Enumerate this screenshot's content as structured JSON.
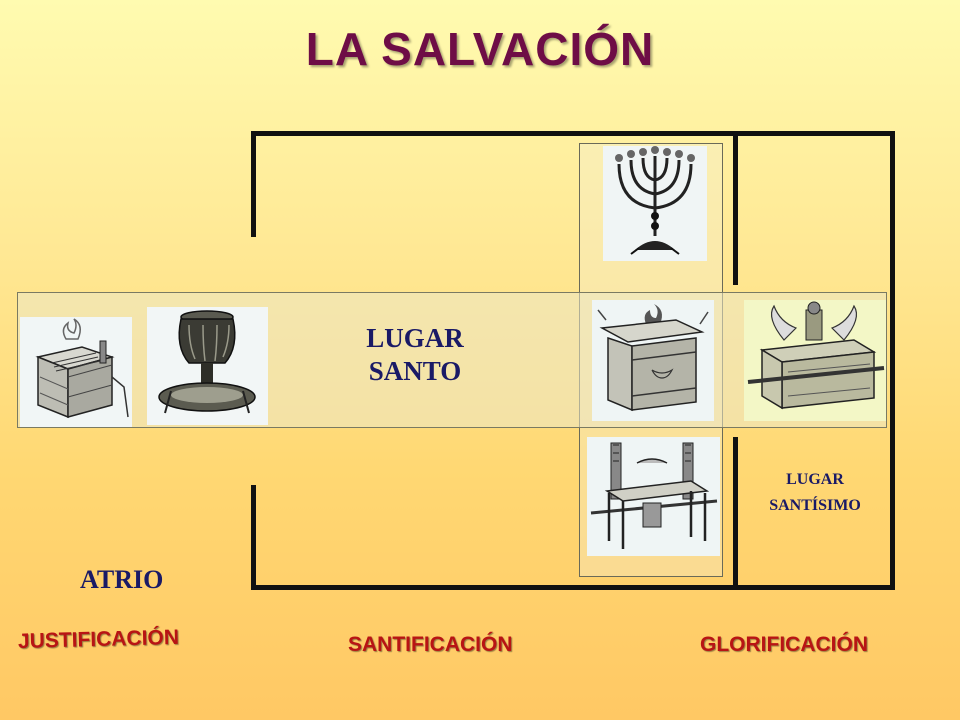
{
  "title": "LA SALVACIÓN",
  "areas": {
    "holy_place": "LUGAR SANTO",
    "holy_place_line1": "LUGAR",
    "holy_place_line2": "SANTO",
    "most_holy_line1": "LUGAR",
    "most_holy_line2": "SANTÍSIMO",
    "court": "ATRIO"
  },
  "stages": {
    "justification": "JUSTIFICACIÓN",
    "sanctification": "SANTIFICACIÓN",
    "glorification": "GLORIFICACIÓN"
  },
  "furniture_icons": [
    "altar-of-burnt-offering-icon",
    "laver-icon",
    "menorah-icon",
    "altar-of-incense-icon",
    "table-of-showbread-icon",
    "ark-of-covenant-icon"
  ],
  "colors": {
    "title": "#6e0d46",
    "stage_labels": "#b81414",
    "area_labels": "#1a1a66",
    "walls": "#111111"
  }
}
